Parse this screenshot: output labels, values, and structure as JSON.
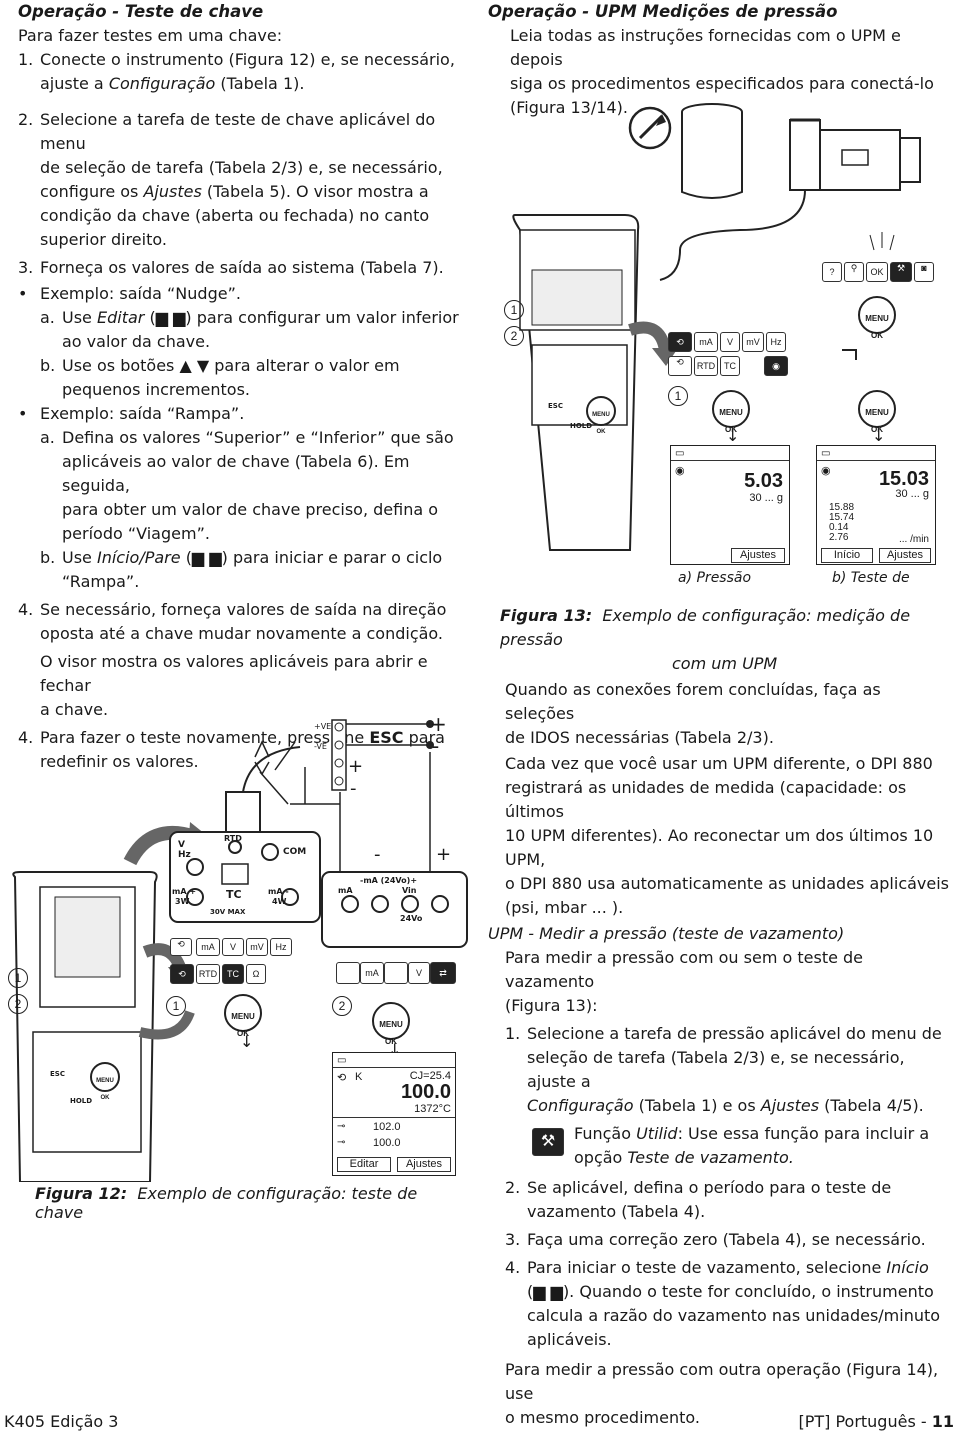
{
  "left": {
    "heading": "Operação - Teste de chave",
    "intro": "Para fazer testes em uma chave:",
    "step1_num": "1.",
    "step1_a": "Conecte o instrumento (Figura 12) e, se necessário,",
    "step1_b_pre": "ajuste a ",
    "step1_b_it": "Configuração",
    "step1_b_post": " (Tabela 1).",
    "step2_num": "2.",
    "step2_a": "Selecione a tarefa de teste de chave aplicável do menu",
    "step2_b": "de seleção de tarefa (Tabela 2/3) e, se necessário,",
    "step2_c_pre": "configure os ",
    "step2_c_it": "Ajustes",
    "step2_c_post": " (Tabela 5). O visor mostra a",
    "step2_d": "condição da chave (aberta ou fechada) no canto",
    "step2_e": "superior direito.",
    "step3_num": "3.",
    "step3": "Forneça os valores de saída ao sistema (Tabela 7).",
    "bullet1": "Exemplo: saída “Nudge”.",
    "a1_lbl": "a.",
    "a1_pre": "Use ",
    "a1_it": "Editar",
    "a1_post": " para configurar um valor inferior",
    "a1_b": "ao valor da chave.",
    "b1_lbl": "b.",
    "b1_pre": "Use os botões",
    "b1_post": "para alterar o valor em",
    "b1_b": "pequenos incrementos.",
    "bullet2": "Exemplo: saída “Rampa”.",
    "a2_lbl": "a.",
    "a2_a": "Defina os valores “Superior” e “Inferior” que são",
    "a2_b": "aplicáveis ao valor de chave (Tabela 6). Em seguida,",
    "a2_c": "para obter um valor de chave preciso, defina o",
    "a2_d": "período “Viagem”.",
    "b2_lbl": "b.",
    "b2_pre": "Use ",
    "b2_it": "Início/Pare",
    "b2_post": " para iniciar e parar o ciclo",
    "b2_b": "“Rampa”.",
    "step4_num": "4.",
    "step4_a": "Se necessário, forneça valores de saída na direção",
    "step4_b": "oposta até a chave mudar novamente a condição.",
    "step4_note_a": "O visor mostra os valores aplicáveis para abrir e fechar",
    "step4_note_b": "a chave.",
    "step4b_num": "4.",
    "step4b_pre": "Para fazer o teste novamente, pressione ",
    "step4b_b": "ESC",
    "step4b_post": " para",
    "step4b_c": "redefinir os valores.",
    "fig12_label": "Figura 12:",
    "fig12_text": "Exemplo de configuração: teste de chave"
  },
  "fig12": {
    "plus_ve": "+VE",
    "minus_ve": "-VE",
    "plus": "+",
    "minus": "-",
    "terminal_v": "V",
    "terminal_hz": "Hz",
    "terminal_rtd": "RTD",
    "terminal_com": "COM",
    "terminal_tc": "TC",
    "terminal_ma_plus": "mA +",
    "terminal_3w": "3W",
    "terminal_ma_minus": "mA -",
    "terminal_4w": "4W",
    "terminal_30v": "30V MAX",
    "term2_ma": "-mA (24Vo)+",
    "term2_ma2": "mA",
    "term2_vin": "Vin",
    "term2_24vo": "24Vo",
    "marker1": "1",
    "marker2": "2",
    "icons_row1": [
      "mA",
      "V",
      "mV",
      "Hz"
    ],
    "icons_row2": [
      "RTD",
      "TC",
      "Ω"
    ],
    "menu_a": "MENU",
    "menu_b": "OK",
    "esc": "ESC",
    "hold": "HOLD",
    "lcd_unit": "K",
    "lcd_cj": "CJ=25.4",
    "lcd_main": "100.0",
    "lcd_sub": "1372°C",
    "lcd_v1": "102.0",
    "lcd_v2": "100.0",
    "soft_left": "Editar",
    "soft_right": "Ajustes"
  },
  "right": {
    "heading": "Operação - UPM Medições de pressão",
    "intro_a": "Leia todas as instruções fornecidas com o UPM e depois",
    "intro_b": "siga os procedimentos especificados para conectá-lo",
    "intro_c": "(Figura 13/14).",
    "fig13_label": "Figura 13:",
    "fig13_text_a": "Exemplo de configuração: medição de pressão",
    "fig13_text_b": "com um UPM",
    "p1_a": "Quando as conexões forem concluídas, faça as seleções",
    "p1_b": "de IDOS necessárias (Tabela 2/3).",
    "p2_a": "Cada vez que você usar um UPM diferente, o DPI 880",
    "p2_b": "registrará as unidades de medida (capacidade: os últimos",
    "p2_c": "10 UPM diferentes). Ao reconectar um dos últimos 10 UPM,",
    "p2_d": "o DPI 880 usa automaticamente as unidades aplicáveis",
    "p2_e": "(psi, mbar ... ).",
    "sub_heading": "UPM - Medir a pressão (teste de vazamento)",
    "p3_a": "Para medir a pressão com ou sem o teste de vazamento",
    "p3_b": "(Figura 13):",
    "s1_num": "1.",
    "s1_a": "Selecione a tarefa de pressão aplicável do menu de",
    "s1_b": "seleção de tarefa (Tabela 2/3) e, se necessário, ajuste a",
    "s1_c_it1": "Configuração",
    "s1_c_mid": " (Tabela 1) e os ",
    "s1_c_it2": "Ajustes",
    "s1_c_post": " (Tabela 4/5).",
    "func_pre": "Função ",
    "func_it": "Utilid",
    "func_post": ": Use essa função para incluir a",
    "func_b_pre": "opção ",
    "func_b_it": "Teste de vazamento.",
    "s2_num": "2.",
    "s2_a": "Se aplicável, defina o período para o teste de",
    "s2_b": "vazamento (Tabela 4).",
    "s3_num": "3.",
    "s3": "Faça uma correção zero (Tabela 4), se necessário.",
    "s4_num": "4.",
    "s4_a_pre": "Para iniciar o teste de vazamento, selecione ",
    "s4_a_it": "Início",
    "s4_b": "). Quando o teste for concluído, o instrumento",
    "s4_c": "calcula a razão do vazamento nas unidades/minuto",
    "s4_d": "aplicáveis.",
    "p4_a": "Para medir a pressão com outra operação (Figura 14), use",
    "p4_b": "o mesmo procedimento."
  },
  "fig13": {
    "marker1": "1",
    "marker2": "2",
    "menu_a": "MENU",
    "menu_b": "OK",
    "esc": "ESC",
    "hold": "HOLD",
    "icons_top": [
      "?",
      "OK"
    ],
    "icons_row1": [
      "mA",
      "V",
      "mV",
      "Hz"
    ],
    "icons_row2": [
      "RTD",
      "TC"
    ],
    "lcd_a_main": "5.03",
    "lcd_a_sub": "30 ... g",
    "lcd_a_soft": "Ajustes",
    "lcd_b_main": "15.03",
    "lcd_b_sub": "30 ... g",
    "lcd_b_v1": "15.88",
    "lcd_b_v2": "15.74",
    "lcd_b_v3": "0.14",
    "lcd_b_v4": "2.76",
    "lcd_b_rate": "... /min",
    "lcd_b_soft_left": "Início",
    "lcd_b_soft_right": "Ajustes",
    "cap_a": "a) Pressão",
    "cap_b": "b) Teste de"
  },
  "footer": {
    "left": "K405 Edição 3",
    "right_pre": "[PT] Português - ",
    "right_page": "11"
  }
}
